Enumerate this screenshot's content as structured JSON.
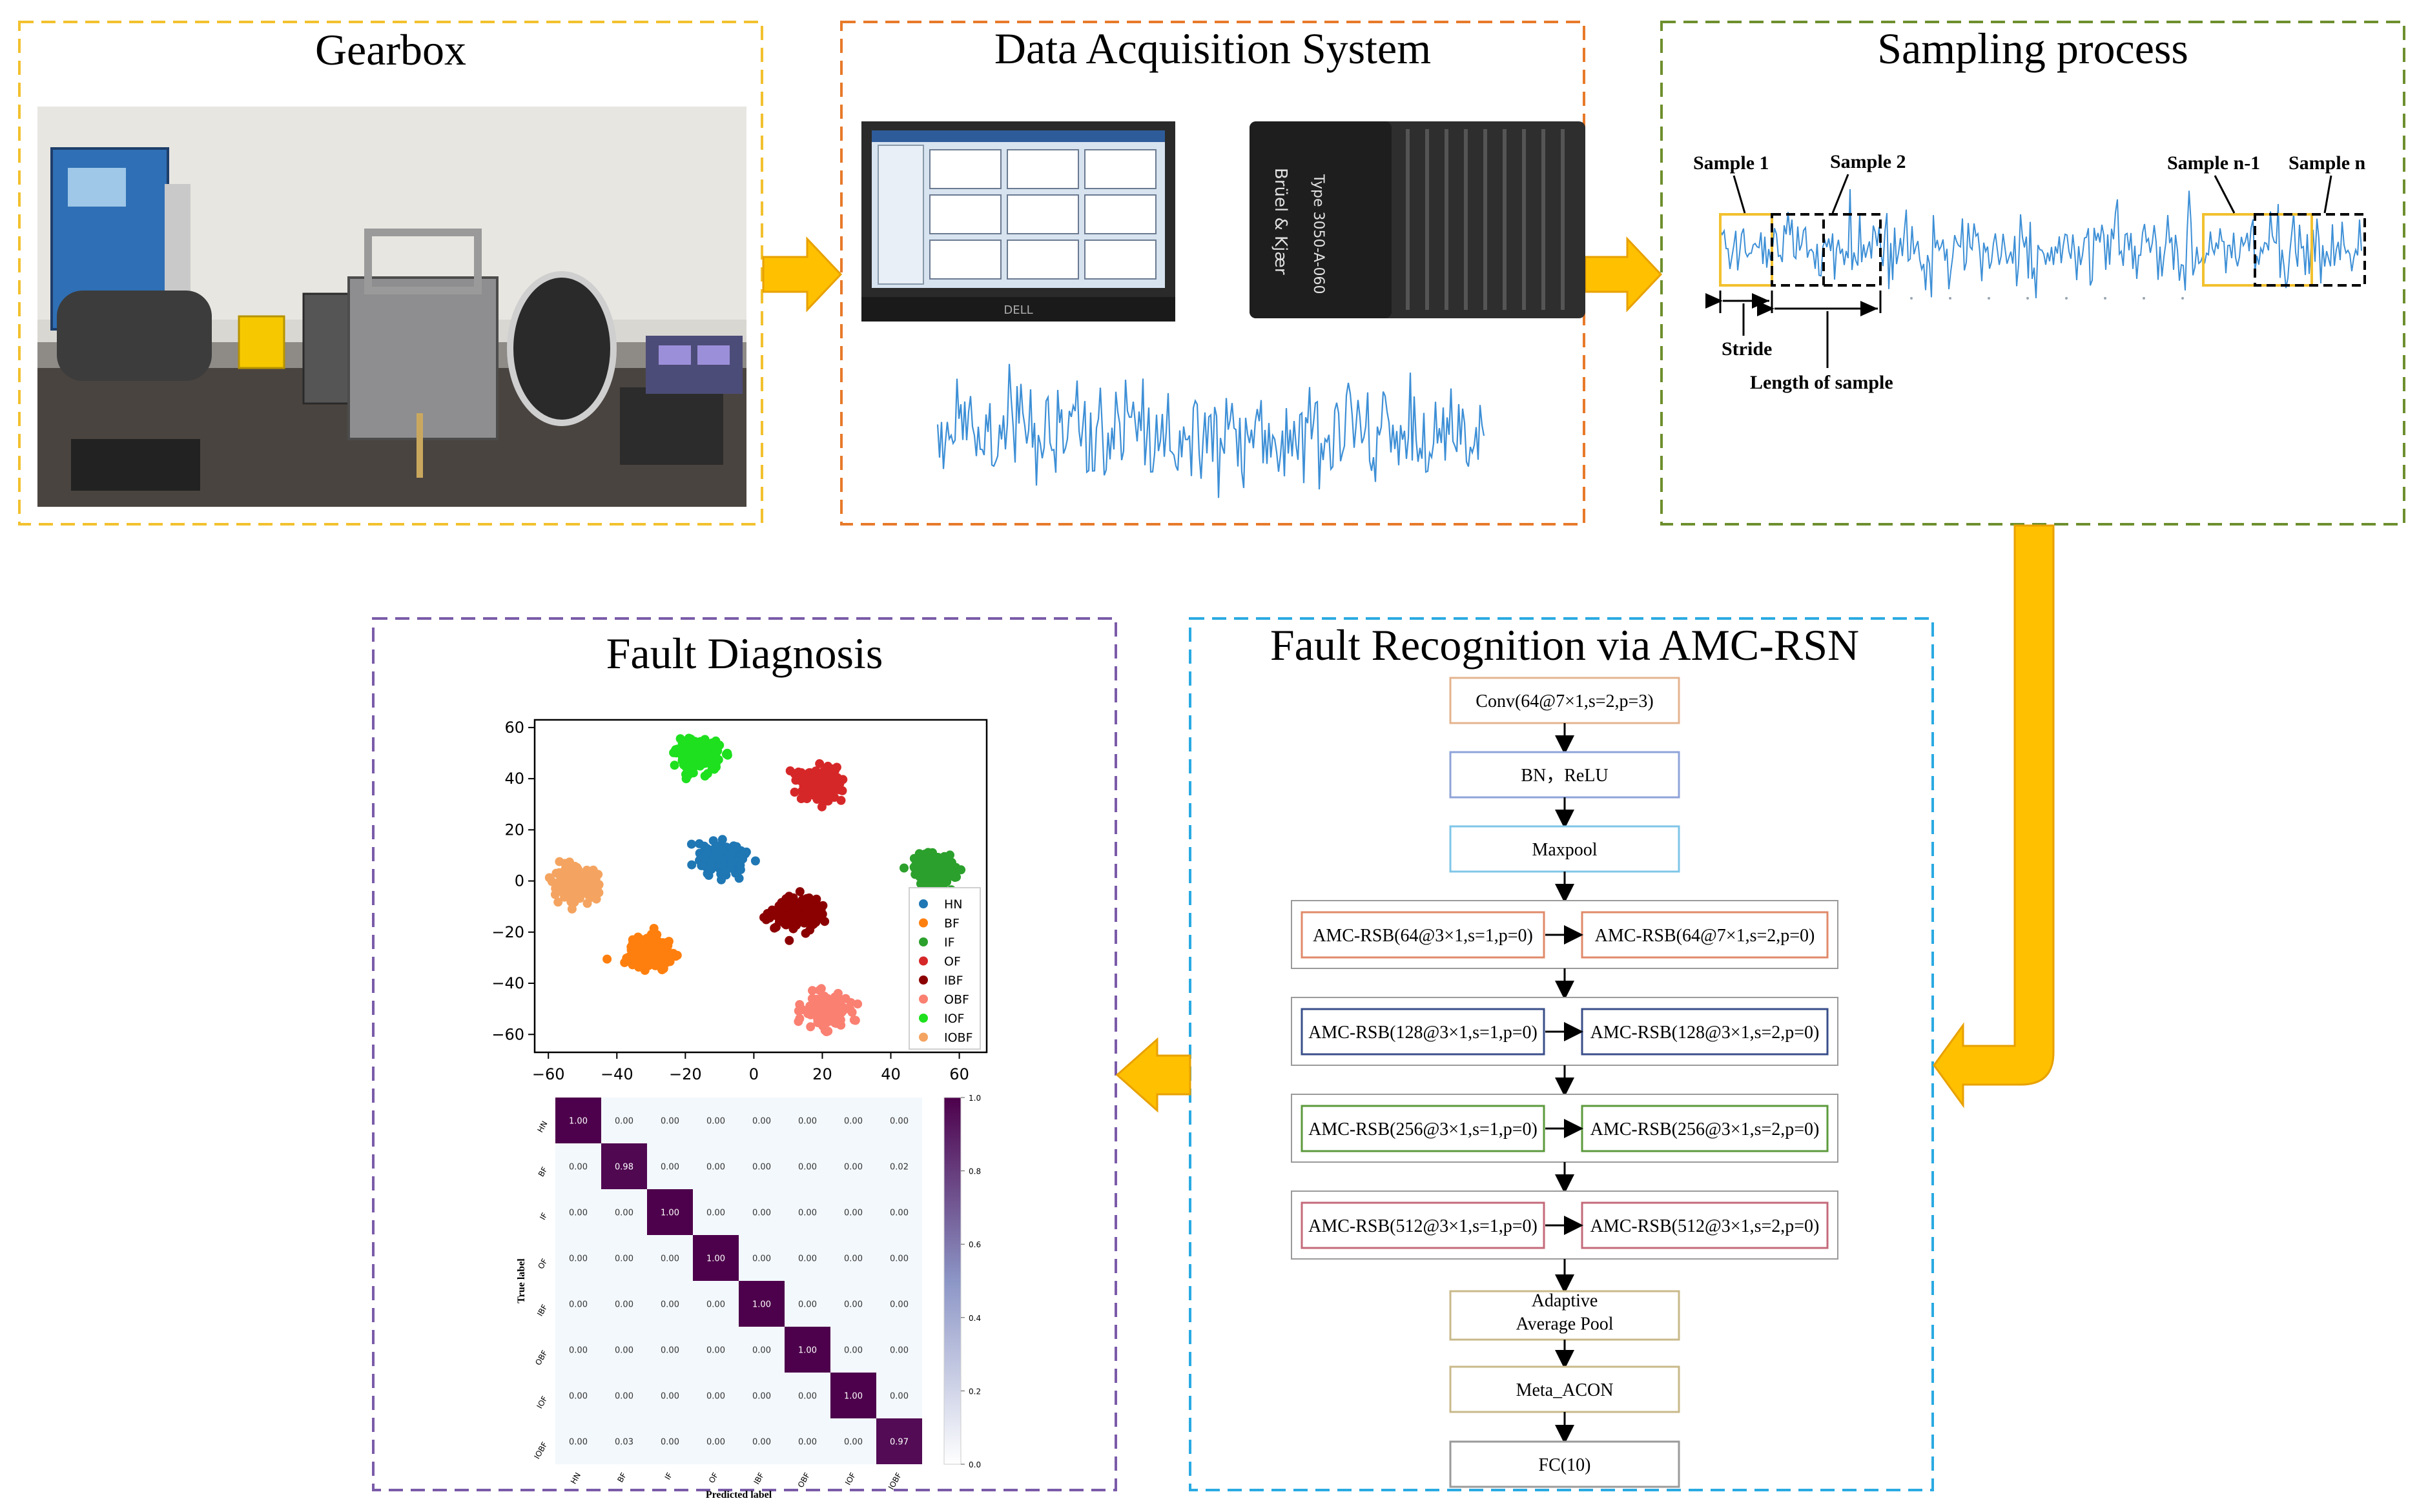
{
  "panels": {
    "gearbox": "Gearbox",
    "daq": "Data Acquisition System",
    "sampling": "Sampling process",
    "recognition": "Fault Recognition via AMC-RSN",
    "diagnosis": "Fault Diagnosis"
  },
  "colors": {
    "gearbox_border": "#F2C12E",
    "daq_border": "#E77A2A",
    "sampling_border": "#6E8F2E",
    "recognition_border": "#2AAAE2",
    "diagnosis_border": "#7A5BA8",
    "arrow_fill": "#FFC000",
    "arrow_stroke": "#E8A100",
    "signal": "#3D8FD6"
  },
  "daq": {
    "device_text_1": "Type 3050-A-060",
    "device_text_2": "Brüel & Kjær",
    "laptop_brand": "DELL"
  },
  "sampling": {
    "labels": [
      "Sample 1",
      "Sample 2",
      "Sample n-1",
      "Sample n"
    ],
    "stride": "Stride",
    "length": "Length of sample"
  },
  "network": {
    "top_blocks": [
      "Conv(64@7×1,s=2,p=3)",
      "BN，ReLU",
      "Maxpool"
    ],
    "rsb_rows": [
      {
        "left": "AMC-RSB(64@3×1,s=1,p=0)",
        "right": "AMC-RSB(64@7×1,s=2,p=0)",
        "color": "#E08A6A"
      },
      {
        "left": "AMC-RSB(128@3×1,s=1,p=0)",
        "right": "AMC-RSB(128@3×1,s=2,p=0)",
        "color": "#3A4F8A"
      },
      {
        "left": "AMC-RSB(256@3×1,s=1,p=0)",
        "right": "AMC-RSB(256@3×1,s=2,p=0)",
        "color": "#5C9A3C"
      },
      {
        "left": "AMC-RSB(512@3×1,s=1,p=0)",
        "right": "AMC-RSB(512@3×1,s=2,p=0)",
        "color": "#C46A7A"
      }
    ],
    "pool_line1": "Adaptive",
    "pool_line2": "Average Pool",
    "meta": "Meta_ACON",
    "fc": "FC(10)"
  },
  "chart_data": [
    {
      "type": "scatter",
      "x_ticks": [
        "−60",
        "−40",
        "−20",
        "0",
        "20",
        "40",
        "60"
      ],
      "y_ticks": [
        "60",
        "40",
        "20",
        "0",
        "−20",
        "−40",
        "−60"
      ],
      "xlim": [
        -64,
        68
      ],
      "ylim": [
        -67,
        63
      ],
      "legend_placement": "right",
      "series": [
        {
          "name": "HN",
          "color": "#1F77B4",
          "center": [
            -10,
            9
          ]
        },
        {
          "name": "BF",
          "color": "#FF7F0E",
          "center": [
            -30,
            -28
          ]
        },
        {
          "name": "IF",
          "color": "#2CA02C",
          "center": [
            53,
            4
          ]
        },
        {
          "name": "OF",
          "color": "#D62728",
          "center": [
            19,
            38
          ]
        },
        {
          "name": "IBF",
          "color": "#8B0000",
          "center": [
            13,
            -12
          ]
        },
        {
          "name": "OBF",
          "color": "#FA8072",
          "center": [
            21,
            -51
          ]
        },
        {
          "name": "IOF",
          "color": "#1EE01E",
          "center": [
            -16,
            49
          ]
        },
        {
          "name": "IOBF",
          "color": "#F4A460",
          "center": [
            -52,
            -1
          ]
        }
      ]
    },
    {
      "type": "heatmap",
      "labels": [
        "HN",
        "BF",
        "IF",
        "OF",
        "IBF",
        "OBF",
        "IOF",
        "IOBF"
      ],
      "xlabel": "Predicted label",
      "ylabel": "True label",
      "colorbar_ticks": [
        "1.0",
        "0.8",
        "0.6",
        "0.4",
        "0.2",
        "0.0"
      ],
      "vmin": 0,
      "vmax": 1,
      "matrix": [
        [
          1.0,
          0.0,
          0.0,
          0.0,
          0.0,
          0.0,
          0.0,
          0.0
        ],
        [
          0.0,
          0.98,
          0.0,
          0.0,
          0.0,
          0.0,
          0.0,
          0.02
        ],
        [
          0.0,
          0.0,
          1.0,
          0.0,
          0.0,
          0.0,
          0.0,
          0.0
        ],
        [
          0.0,
          0.0,
          0.0,
          1.0,
          0.0,
          0.0,
          0.0,
          0.0
        ],
        [
          0.0,
          0.0,
          0.0,
          0.0,
          1.0,
          0.0,
          0.0,
          0.0
        ],
        [
          0.0,
          0.0,
          0.0,
          0.0,
          0.0,
          1.0,
          0.0,
          0.0
        ],
        [
          0.0,
          0.0,
          0.0,
          0.0,
          0.0,
          0.0,
          1.0,
          0.0
        ],
        [
          0.0,
          0.03,
          0.0,
          0.0,
          0.0,
          0.0,
          0.0,
          0.97
        ]
      ]
    }
  ]
}
